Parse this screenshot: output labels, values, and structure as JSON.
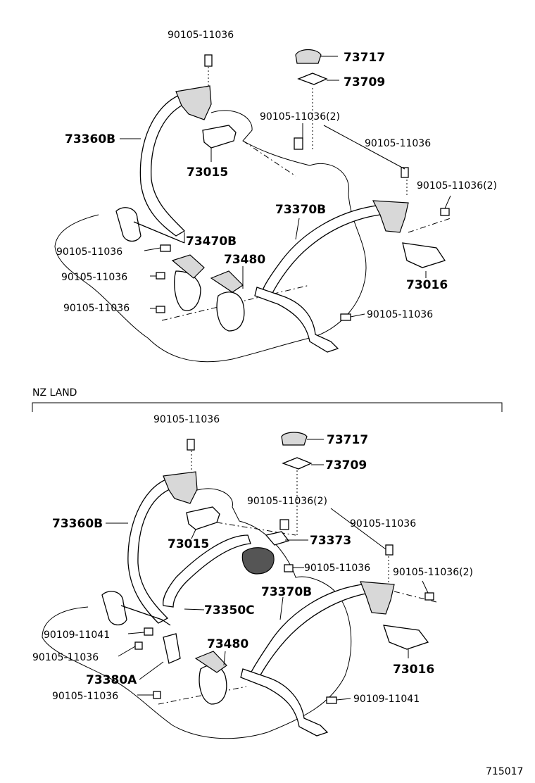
{
  "top_section": {
    "labels": {
      "bolt_top": "90105-11036",
      "p73717": "73717",
      "p73709": "73709",
      "bolt_center_2": "90105-11036(2)",
      "p73360b": "73360B",
      "bolt_right": "90105-11036",
      "p73015": "73015",
      "bolt_right_2": "90105-11036(2)",
      "p73370b": "73370B",
      "p73470b": "73470B",
      "bolt_left_1": "90105-11036",
      "p73480": "73480",
      "bolt_left_2": "90105-11036",
      "p73016": "73016",
      "bolt_left_3": "90105-11036",
      "bolt_bottom_right": "90105-11036"
    }
  },
  "nz_section": {
    "title": "NZ LAND",
    "labels": {
      "bolt_top": "90105-11036",
      "p73717": "73717",
      "p73709": "73709",
      "bolt_center_2": "90105-11036(2)",
      "p73360b": "73360B",
      "bolt_right": "90105-11036",
      "p73015": "73015",
      "p73373": "73373",
      "bolt_mid": "90105-11036",
      "bolt_right_2": "90105-11036(2)",
      "p73370b": "73370B",
      "p73350c": "73350C",
      "bolt_9010911041_left": "90109-11041",
      "bolt_left_1": "90105-11036",
      "p73480": "73480",
      "p73380a": "73380A",
      "p73016": "73016",
      "bolt_bottom_left": "90105-11036",
      "bolt_9010911041_right": "90109-11041"
    }
  },
  "figure_number": "715017"
}
